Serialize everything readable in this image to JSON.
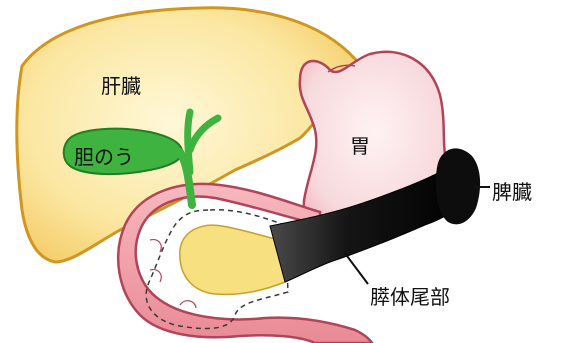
{
  "labels": {
    "liver": "肝臓",
    "gallbladder": "胆のう",
    "stomach": "胃",
    "spleen": "脾臓",
    "pancreas_body_tail": "膵体尾部"
  },
  "colors": {
    "liver": "#fbe6a0",
    "liver_outline": "#c98a1a",
    "gallbladder": "#3fb33f",
    "stomach": "#f7d9dc",
    "stomach_outline": "#b0455a",
    "duodenum": "#f2a0a8",
    "pancreas_head": "#f6e080",
    "pancreas_body_tail": "#1a1a1a",
    "spleen": "#0d0d0d"
  }
}
